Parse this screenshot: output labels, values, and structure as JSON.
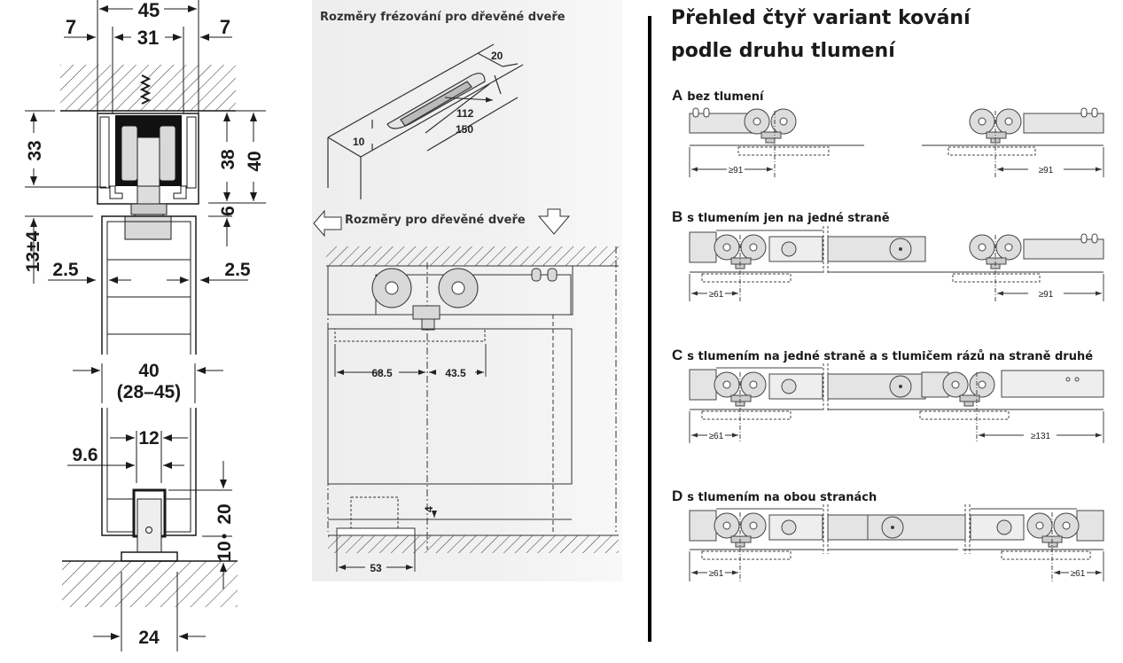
{
  "left_drawing": {
    "dims": {
      "overall_width": "45",
      "left_offset": "7",
      "inner_width": "31",
      "right_offset": "7",
      "track_height_left": "33",
      "track_height_inner": "38",
      "track_height_outer": "40",
      "gap_below_track": "6",
      "top_clearance": "13±4",
      "side_gap_left": "2.5",
      "side_gap_right": "2.5",
      "door_thickness": "40",
      "door_thickness_range": "(28–45)",
      "groove_width": "12",
      "groove_offset": "9.6",
      "guide_depth": "20",
      "floor_gap": "10",
      "guide_base_width": "24"
    }
  },
  "middle_drawing": {
    "title_milling": "Rozměry frézování pro dřevěné dveře",
    "milling_dims": {
      "width": "20",
      "inner_length": "112",
      "outer_length": "150",
      "depth": "10"
    },
    "title_door": "Rozměry pro dřevěné dveře",
    "door_dims": {
      "left_span": "68.5",
      "right_span": "43.5",
      "floor_gap": "4",
      "guide_width": "53"
    },
    "icons": [
      "arrow-left-icon",
      "arrow-down-icon"
    ]
  },
  "right_overview": {
    "title_line1": "Přehled čtyř variant kování",
    "title_line2": "podle druhu tlumení",
    "variants": [
      {
        "letter": "A",
        "label": "bez tlumení",
        "left_dim": "≥91",
        "right_dim": "≥91"
      },
      {
        "letter": "B",
        "label": "s tlumením jen na jedné straně",
        "left_dim": "≥61",
        "right_dim": "≥91"
      },
      {
        "letter": "C",
        "label": "s tlumením na jedné straně a s tlumičem rázů na straně druhé",
        "left_dim": "≥61",
        "right_dim": "≥131"
      },
      {
        "letter": "D",
        "label": "s tlumením na obou stranách",
        "left_dim": "≥61",
        "right_dim": "≥61"
      }
    ]
  },
  "colors": {
    "line": "#1a1a1a",
    "part_fill": "#d9d9d9",
    "panel_bg": "#efefef",
    "separator": "#000000"
  }
}
